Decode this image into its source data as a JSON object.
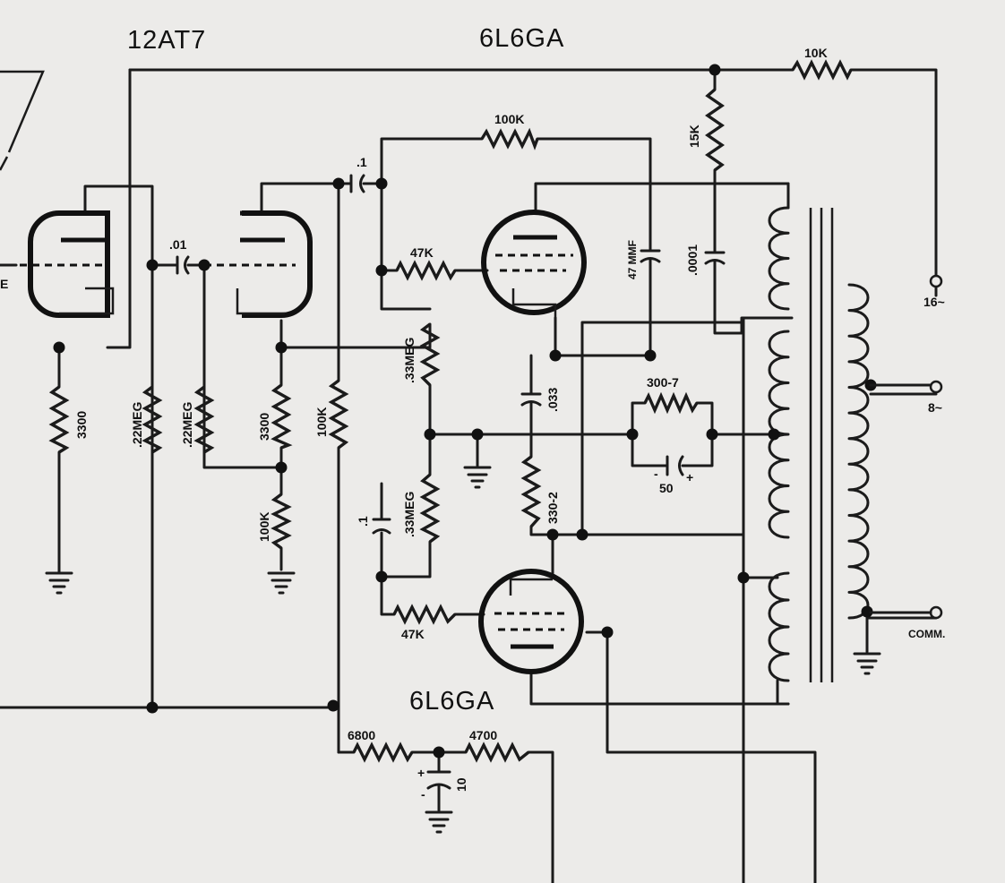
{
  "tubes": {
    "preamp": "12AT7",
    "output_top": "6L6GA",
    "output_bottom": "6L6GA"
  },
  "resistors": {
    "r_10k": "10K",
    "r_15k": "15K",
    "r_100k_fb": "100K",
    "r_47k_top": "47K",
    "r_47k_bottom": "47K",
    "r_3300_left": "3300",
    "r_22meg_a": ".22MEG",
    "r_22meg_b": ".22MEG",
    "r_3300_cath": "3300",
    "r_100k_cath": "100K",
    "r_100k_plate": "100K",
    "r_33meg_top": ".33MEG",
    "r_33meg_bottom": ".33MEG",
    "r_330_2": "330-2",
    "r_300_7": "300-7",
    "r_6800": "6800",
    "r_4700": "4700"
  },
  "capacitors": {
    "c_01": ".01",
    "c_1_top": ".1",
    "c_1_bottom": ".1",
    "c_47mmf": "47 MMF",
    "c_0001": ".0001",
    "c_033": ".033",
    "c_50": "50",
    "c_10": "10"
  },
  "polarity": {
    "plus": "+",
    "minus": "-"
  },
  "outputs": {
    "tap_16": "16~",
    "tap_8": "8~",
    "common": "COMM."
  },
  "edge_text": "E"
}
